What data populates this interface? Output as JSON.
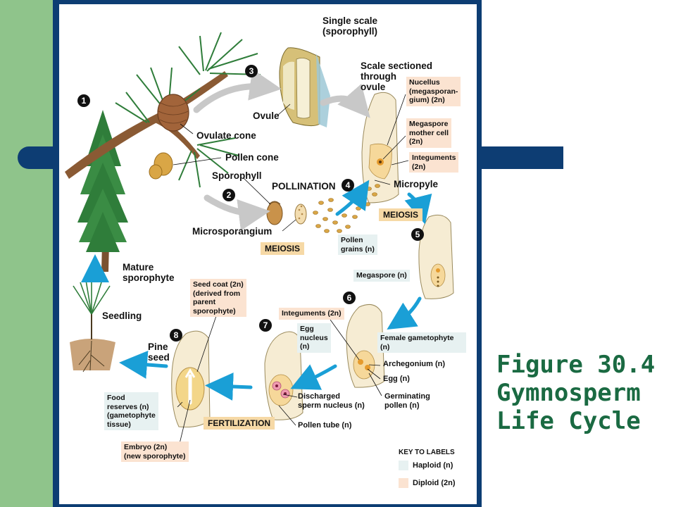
{
  "title": "Figure 30.4\nGymnosperm\nLife Cycle",
  "steps": [
    "1",
    "2",
    "3",
    "4",
    "5",
    "6",
    "7",
    "8"
  ],
  "labels": {
    "single_scale": "Single scale\n(sporophyll)",
    "scale_sectioned": "Scale sectioned\nthrough\novule",
    "ovule": "Ovule",
    "ovulate_cone": "Ovulate cone",
    "pollen_cone": "Pollen cone",
    "sporophyll": "Sporophyll",
    "microsporangium": "Microsporangium",
    "micropyle": "Micropyle",
    "mature_sporophyte": "Mature\nsporophyte",
    "seedling": "Seedling",
    "pine_seed": "Pine\nseed",
    "archegonium": "Archegonium (n)",
    "egg": "Egg (n)",
    "germinating_pollen": "Germinating\npollen (n)",
    "discharged_sperm": "Discharged\nsperm nucleus (n)",
    "pollen_tube": "Pollen tube (n)"
  },
  "boxes": {
    "nucellus": "Nucellus\n(megasporan-\ngium) (2n)",
    "megaspore_mother": "Megaspore\nmother cell\n(2n)",
    "integuments_top": "Integuments\n(2n)",
    "pollen_grains": "Pollen\ngrains (n)",
    "megaspore": "Megaspore (n)",
    "integuments_mid": "Integuments (2n)",
    "egg_nucleus": "Egg\nnucleus\n(n)",
    "female_gametophyte": "Female gametophyte\n(n)",
    "seed_coat": "Seed coat (2n)\n(derived from\nparent\nsporophyte)",
    "food_reserves": "Food\nreserves (n)\n(gametophyte\ntissue)",
    "embryo": "Embryo (2n)\n(new sporophyte)"
  },
  "phases": {
    "pollination": "POLLINATION",
    "meiosis_1": "MEIOSIS",
    "meiosis_2": "MEIOSIS",
    "fertilization": "FERTILIZATION"
  },
  "key": {
    "title": "KEY TO LABELS",
    "haploid": "Haploid (n)",
    "diploid": "Diploid (2n)"
  },
  "colors": {
    "background_strip": "#8fc48b",
    "frame": "#0d3d73",
    "title": "#1a6a42",
    "haploid": "#e7f1f1",
    "diploid": "#fbe3d1",
    "phase_label": "#f6d9a6",
    "arrow_blue": "#1a9fd6",
    "arrow_gray": "#c8c8c8"
  }
}
